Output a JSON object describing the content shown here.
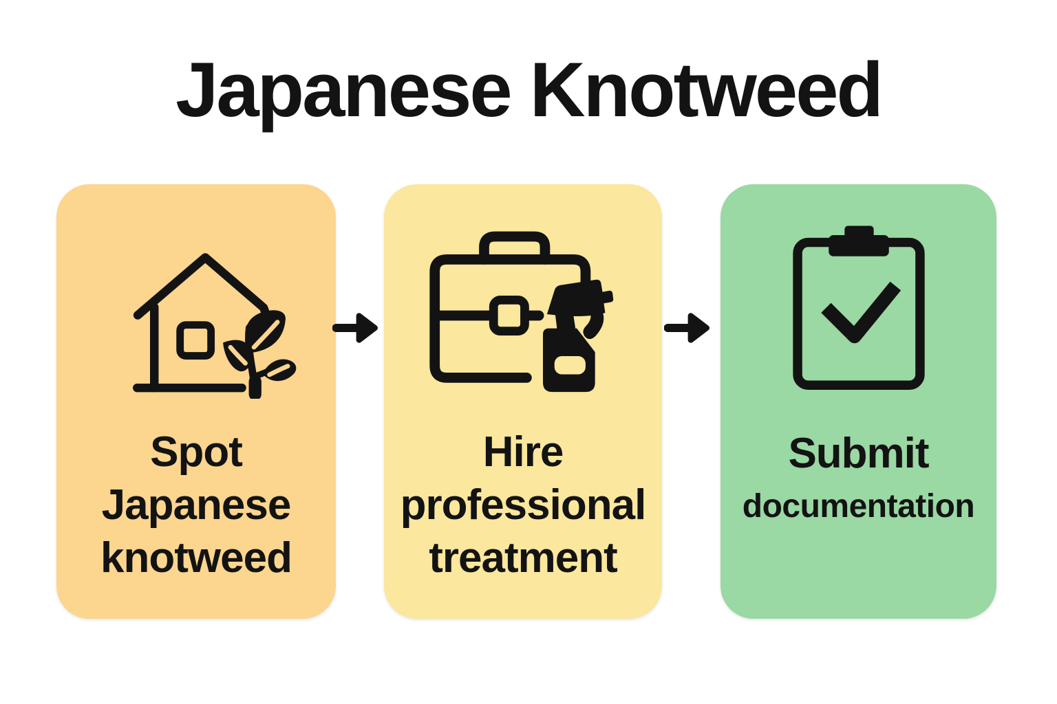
{
  "title": "Japanese Knotweed",
  "colors": {
    "background": "#FFFFFF",
    "ink": "#131313",
    "card_orange": "#FCD58F",
    "card_yellow": "#FBE79D",
    "card_green": "#9AD8A4"
  },
  "steps": [
    {
      "name": "spot-japanese-knotweed",
      "icon": "house-with-plant-icon",
      "card_color": "#FCD58F",
      "label_lines": [
        "Spot",
        "Japanese",
        "knotweed"
      ]
    },
    {
      "name": "hire-professional-treatment",
      "icon": "toolbox-spray-bottle-icon",
      "card_color": "#FBE79D",
      "label_lines": [
        "Hire",
        "professional",
        "treatment"
      ]
    },
    {
      "name": "submit-documentation",
      "icon": "clipboard-check-icon",
      "card_color": "#9AD8A4",
      "label_lines": [
        "Submit",
        "documentation"
      ]
    }
  ],
  "connectors": [
    {
      "name": "arrow-right",
      "glyph": "→"
    },
    {
      "name": "arrow-right",
      "glyph": "→"
    }
  ]
}
